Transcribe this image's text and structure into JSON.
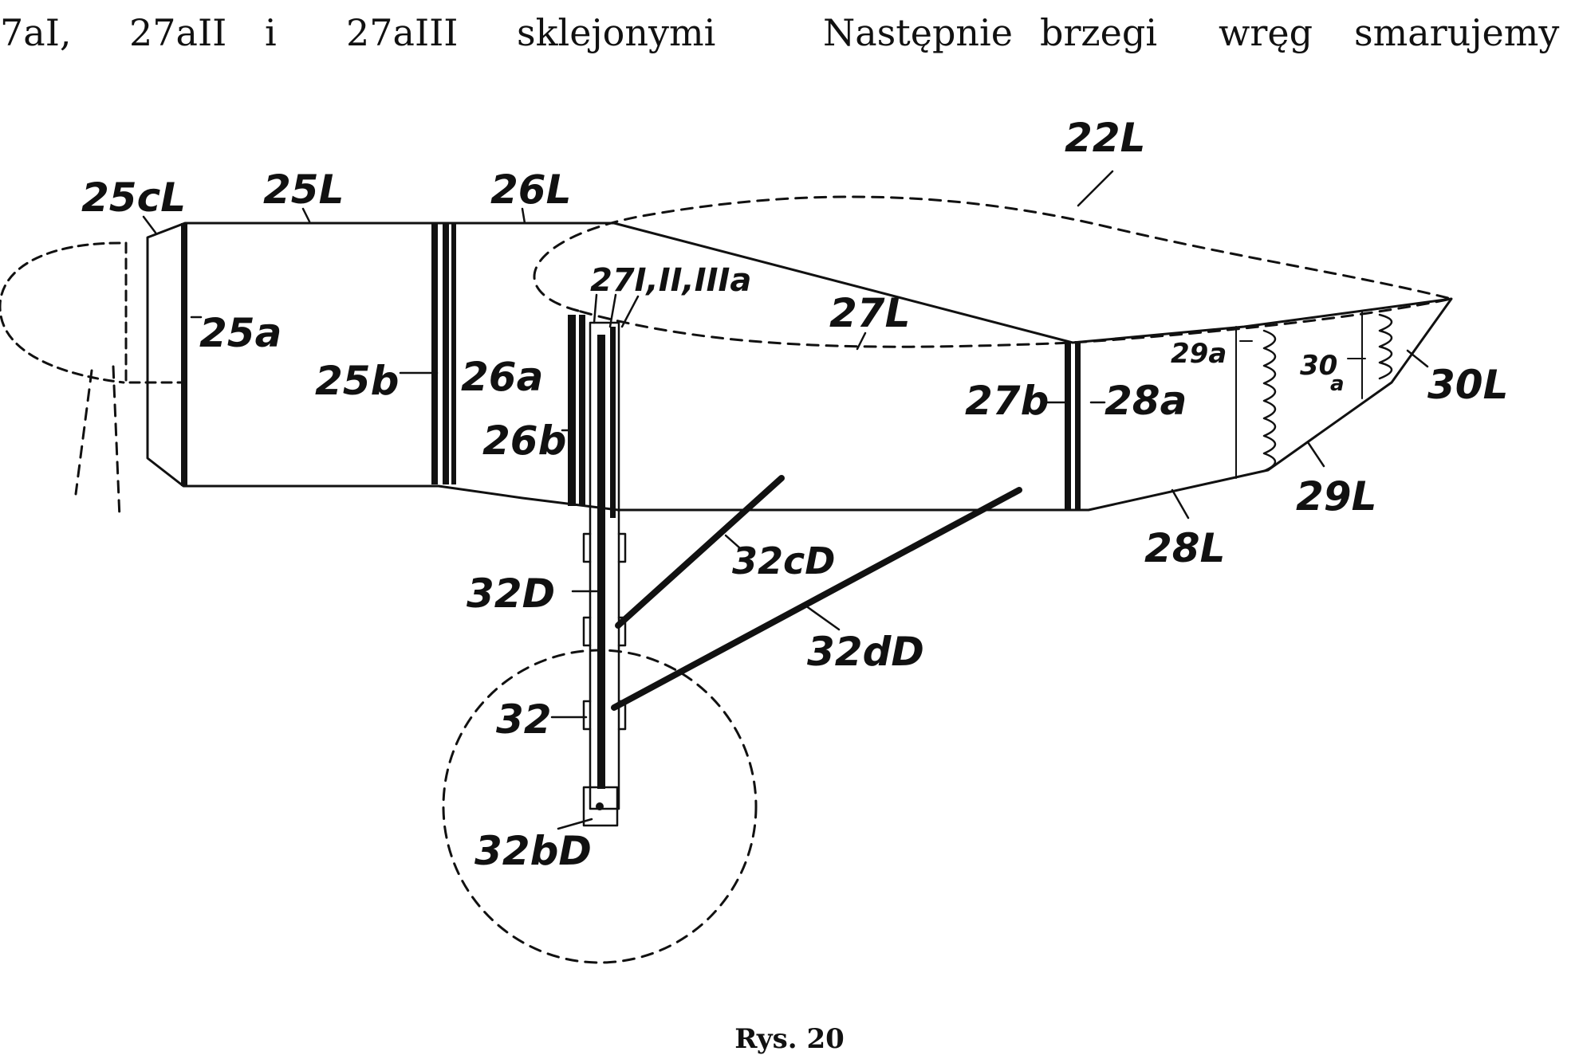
{
  "text_line": [
    "7aI,",
    "27aII",
    "i",
    "27aIII",
    "sklejonymi",
    "Następnie",
    "brzegi",
    "wręg",
    "smarujemy"
  ],
  "labels": {
    "l22L": "22L",
    "l25cL": "25cL",
    "l25L": "25L",
    "l26L": "26L",
    "l27a": "27I,II,IIIa",
    "l27L": "27L",
    "l25a": "25a",
    "l25b": "25b",
    "l26a": "26a",
    "l26b": "26b",
    "l27b": "27b",
    "l28a": "28a",
    "l29a": "29a",
    "l30a_num": "30",
    "l30a_sub": "a",
    "l30L": "30L",
    "l29L": "29L",
    "l28L": "28L",
    "l32cD": "32cD",
    "l32D": "32D",
    "l32dD": "32dD",
    "l32": "32",
    "l32bD": "32bD"
  },
  "caption": "Rys. 20"
}
